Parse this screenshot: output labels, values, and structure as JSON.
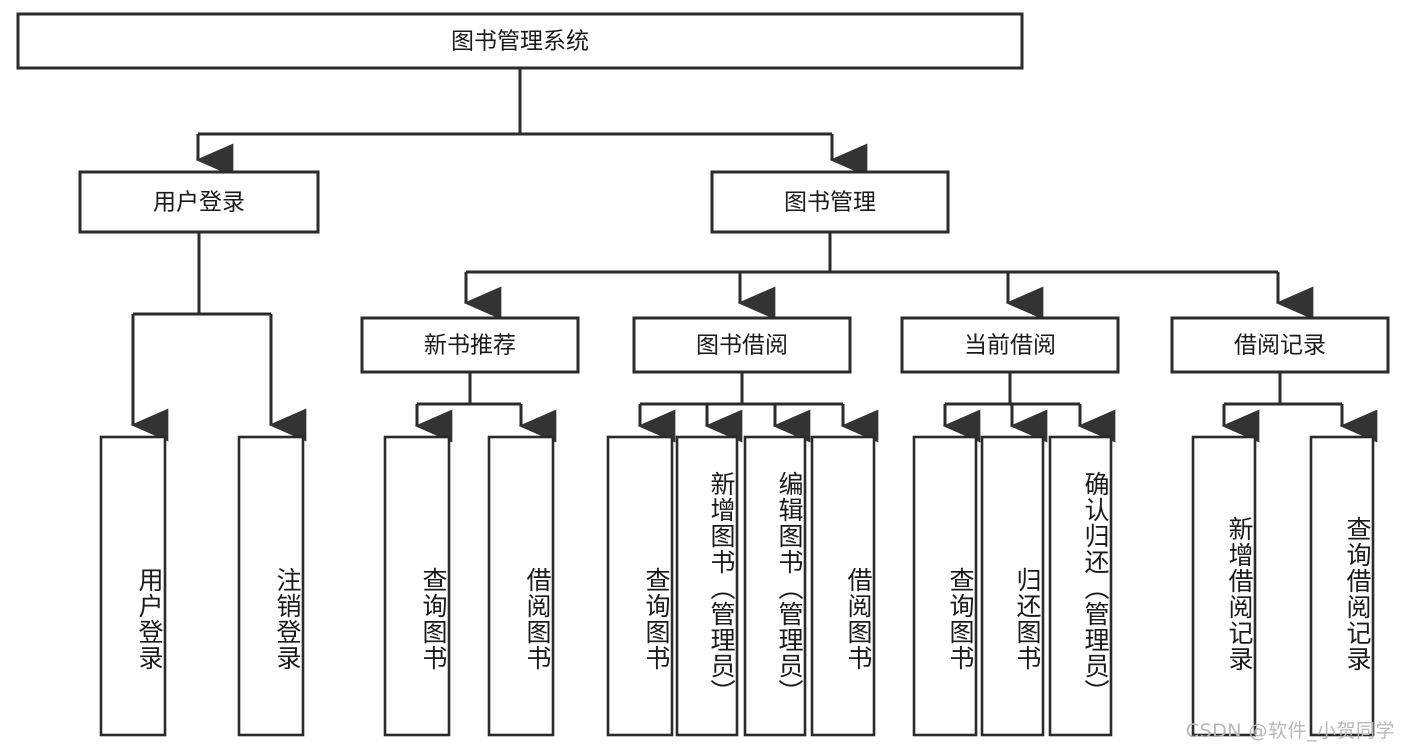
{
  "diagram": {
    "type": "tree-hierarchy",
    "title": "图书管理系统",
    "root": {
      "label": "图书管理系统",
      "level": 0
    },
    "level1": [
      {
        "label": "用户登录"
      },
      {
        "label": "图书管理"
      }
    ],
    "level2": [
      {
        "label": "新书推荐",
        "parent": "图书管理"
      },
      {
        "label": "图书借阅",
        "parent": "图书管理"
      },
      {
        "label": "当前借阅",
        "parent": "图书管理"
      },
      {
        "label": "借阅记录",
        "parent": "图书管理"
      }
    ],
    "leaves": {
      "user_login": [
        {
          "label": "用户登录"
        },
        {
          "label": "注销登录"
        }
      ],
      "new_book_recommend": [
        {
          "label": "查询图书"
        },
        {
          "label": "借阅图书"
        }
      ],
      "book_borrow": [
        {
          "label": "查询图书"
        },
        {
          "label": "新增图书（管理员）"
        },
        {
          "label": "编辑图书（管理员）"
        },
        {
          "label": "借阅图书"
        }
      ],
      "current_borrow": [
        {
          "label": "查询图书"
        },
        {
          "label": "归还图书"
        },
        {
          "label": "确认归还（管理员）"
        }
      ],
      "borrow_record": [
        {
          "label": "新增借阅记录"
        },
        {
          "label": "查询借阅记录"
        }
      ]
    }
  },
  "watermark": {
    "text": "CSDN @软件_小贺同学"
  },
  "colors": {
    "stroke": "#2b2b2b",
    "box_fill": "#ffffff",
    "text": "#1a1a1a",
    "watermark": "#b8b8b8",
    "background": "#ffffff"
  }
}
